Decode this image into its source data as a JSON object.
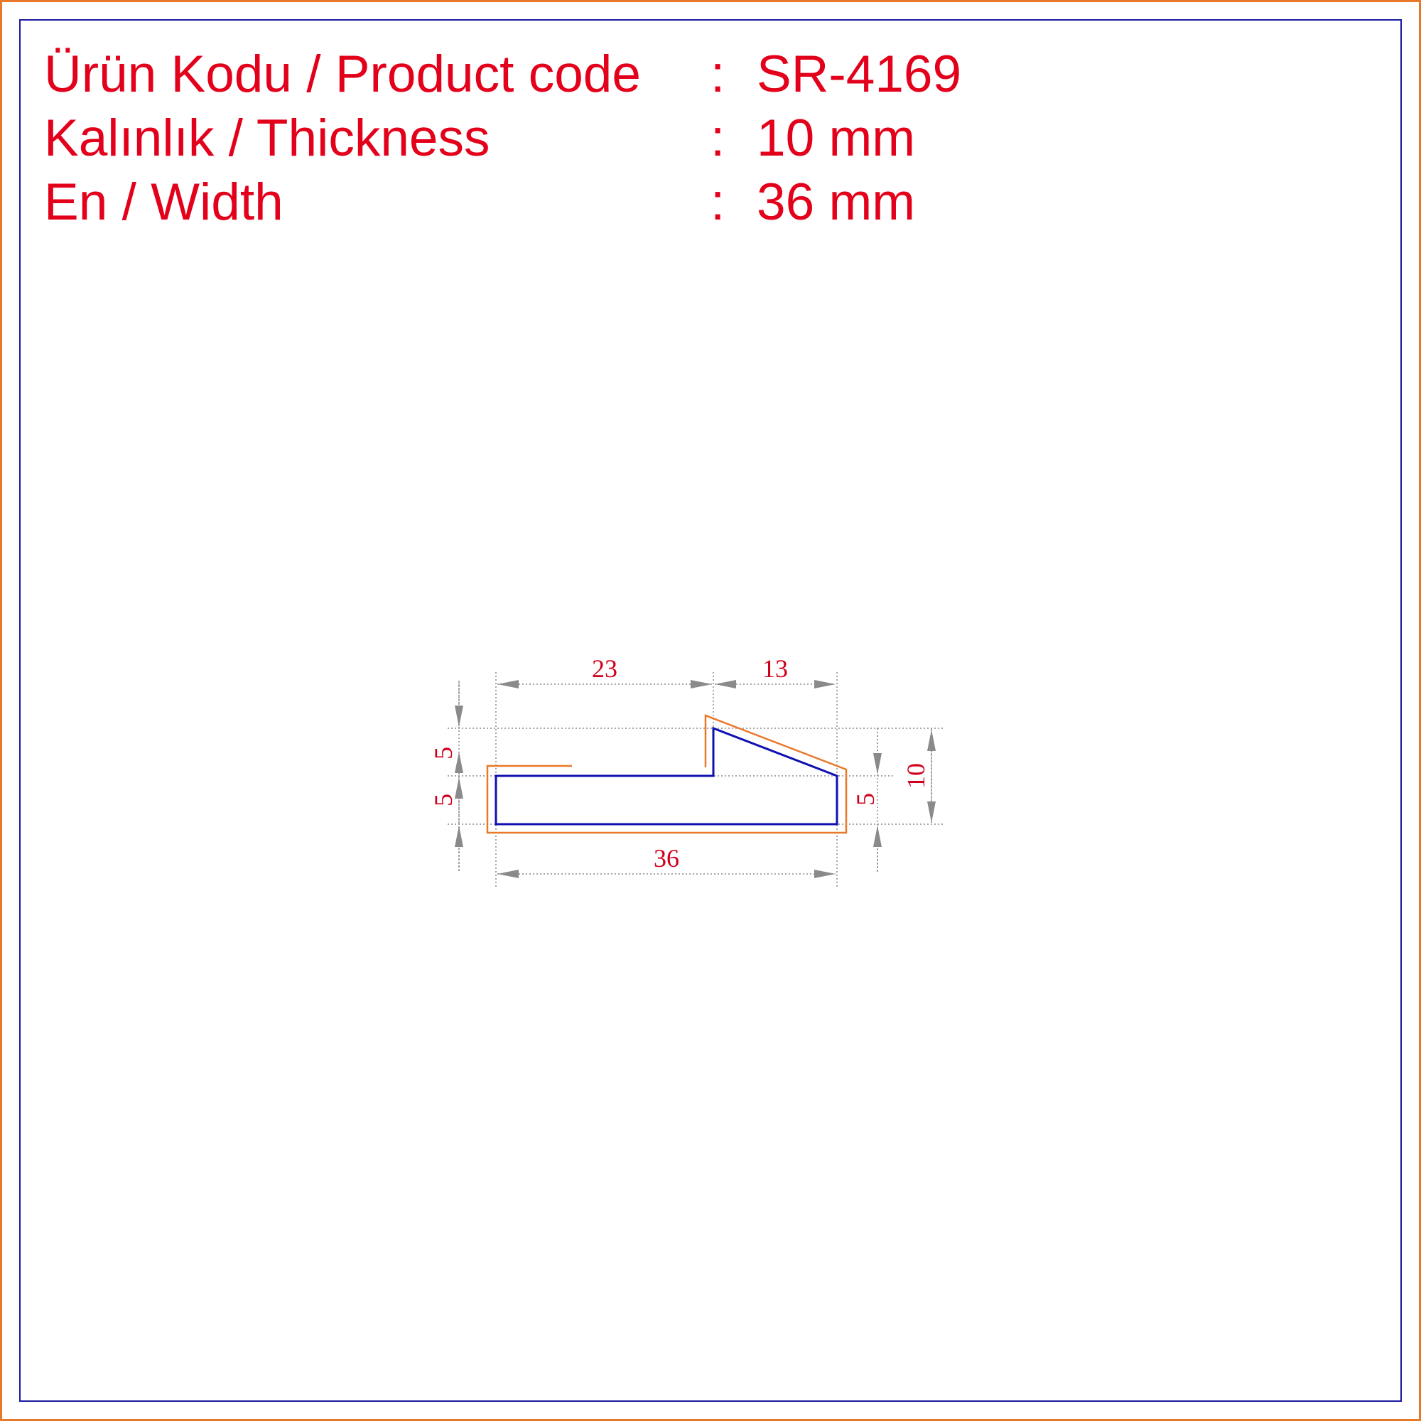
{
  "colors": {
    "outer_frame": "#e8782a",
    "inner_frame": "#1a1aa0",
    "text_red": "#e3001b",
    "profile_blue": "#1010b0",
    "profile_orange": "#e8782a",
    "dimension_gray": "#8a8a8a"
  },
  "spec": {
    "product_code": {
      "label": "Ürün Kodu / Product code",
      "colon": ":",
      "value": "SR-4169"
    },
    "thickness": {
      "label": "Kalınlık / Thickness",
      "colon": ":",
      "value": "10 mm"
    },
    "width": {
      "label": "En / Width",
      "colon": ":",
      "value": "36 mm"
    }
  },
  "dimensions": {
    "top_left": "23",
    "top_right": "13",
    "bottom_total": "36",
    "left_upper": "5",
    "left_lower": "5",
    "right_inner": "5",
    "right_total": "10"
  }
}
